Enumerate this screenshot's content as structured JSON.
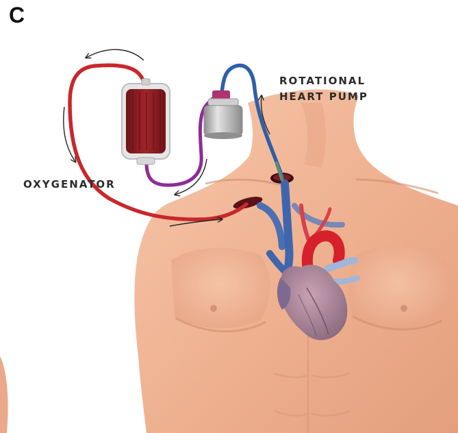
{
  "panel_letter": "C",
  "labels": {
    "oxygenator": "OXYGENATOR",
    "pump_line1": "ROTATIONAL",
    "pump_line2": "HEART PUMP"
  },
  "colors": {
    "skin": "#f0b594",
    "skin_shadow": "#d99574",
    "arterial_tube": "#c8282c",
    "venous_tube": "#2f5fa8",
    "connector_tube": "#8e2c96",
    "blood_bag": "#8e1c22",
    "pump_body": "#b9b9b9",
    "pump_cap": "#b0336f",
    "heart": "#9a7b8e",
    "aorta": "#d6202b"
  },
  "icons": [
    "blood-bag-icon",
    "pump-icon",
    "flow-arrow-icon",
    "heart-icon"
  ]
}
